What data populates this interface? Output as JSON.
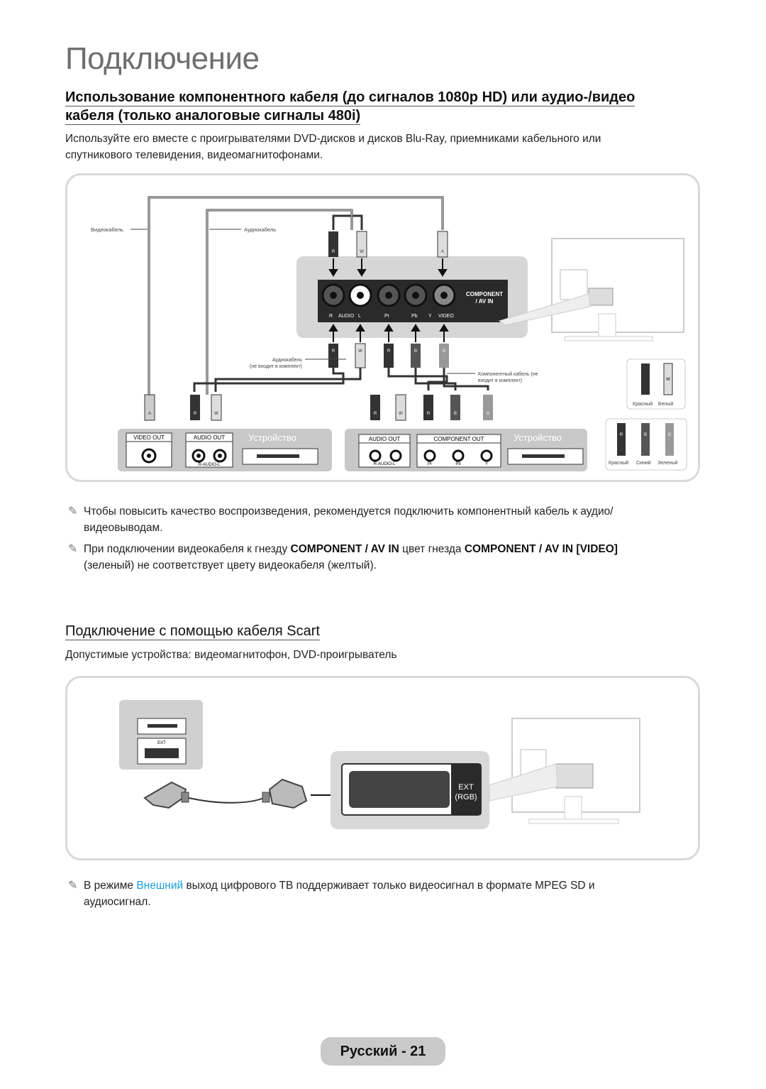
{
  "page_title": "Подключение",
  "section1": {
    "heading_line1": "Использование компонентного кабеля (до сигналов 1080p HD) или аудио-/видео",
    "heading_line2": "кабеля (только аналоговые сигналы 480i)",
    "desc_line1": "Используйте его вместе с проигрывателями DVD-дисков и дисков Blu-Ray, приемниками кабельного или",
    "desc_line2": "спутникового телевидения, видеомагнитофонами."
  },
  "diagram1": {
    "label_video_cable": "Видеокабель",
    "label_audio_cable": "Аудиокабель",
    "label_audio_cable_nc_1": "Аудиокабель",
    "label_audio_cable_nc_2": "(не входит в комплект)",
    "label_component_cable_1": "Компонентный кабель (не",
    "label_component_cable_2": "входит в комплект)",
    "panel_component_1": "COMPONENT",
    "panel_component_2": "/ AV IN",
    "panel_audio": "AUDIO",
    "panel_video": "VIDEO",
    "jack_r": "R",
    "jack_l": "L",
    "jack_pr": "Pr",
    "jack_pb": "Pb",
    "jack_y": "Y",
    "plug_r": "R",
    "plug_w": "W",
    "plug_b": "B",
    "plug_g": "G",
    "plug_y": "A",
    "device1_video_out": "VIDEO OUT",
    "device1_audio_out": "AUDIO OUT",
    "device1_label": "Устройство",
    "device1_raudiol": "R-AUDIO-L",
    "device2_audio_out": "AUDIO OUT",
    "device2_component_out": "COMPONENT OUT",
    "device2_label": "Устройство",
    "device2_raudiol": "R-AUDIO-L",
    "device2_pr": "Pr",
    "device2_pb": "Pb",
    "device2_y": "Y",
    "legend1_red": "Красный",
    "legend1_white": "Белый",
    "legend2_red": "Красный",
    "legend2_blue": "Синий",
    "legend2_green": "Зеленый"
  },
  "notes1": [
    {
      "line1": "Чтобы повысить качество воспроизведения, рекомендуется подключить компонентный кабель к аудио/",
      "line2": "видеовыводам."
    }
  ],
  "note2": {
    "part1": "При подключении видеокабеля к гнезду ",
    "kw1": "COMPONENT / AV IN",
    "part2": " цвет гнезда ",
    "kw2": "COMPONENT / AV IN [VIDEO]",
    "line2": "(зеленый) не соответствует цвету видеокабеля (желтый)."
  },
  "section2": {
    "heading": "Подключение с помощью кабеля Scart",
    "desc": "Допустимые устройства: видеомагнитофон, DVD-проигрыватель"
  },
  "diagram2": {
    "ext_small": "EXT",
    "ext_label": "EXT",
    "rgb_label": "(RGB)"
  },
  "note3": {
    "part1": "В режиме ",
    "link": "Внешний",
    "part2": " выход цифрового ТВ поддерживает только видеосигнал в формате MPEG SD и",
    "line2": "аудиосигнал."
  },
  "footer": {
    "page_label": "Русский - 21"
  },
  "colors": {
    "link": "#1aa0d8",
    "panel_grey": "#d4d4d4",
    "frame": "#d9d9d9"
  }
}
